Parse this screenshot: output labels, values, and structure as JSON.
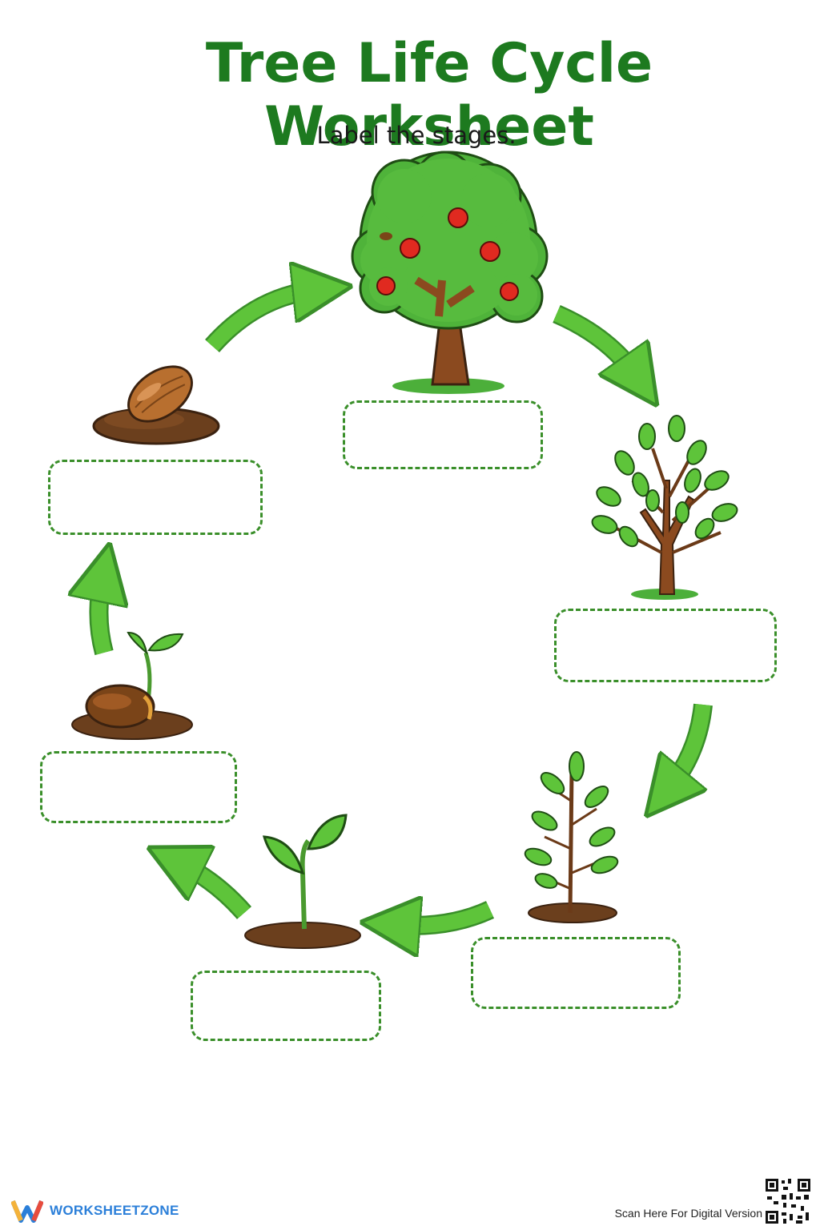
{
  "title": "Tree Life Cycle Worksheet",
  "subtitle": "Label the stages.",
  "stages": [
    {
      "name": "seed",
      "label_value": ""
    },
    {
      "name": "mature-tree-with-fruit",
      "label_value": ""
    },
    {
      "name": "adult-tree",
      "label_value": ""
    },
    {
      "name": "young-tree",
      "label_value": ""
    },
    {
      "name": "seedling",
      "label_value": ""
    },
    {
      "name": "sprouting-seed",
      "label_value": ""
    }
  ],
  "footer": {
    "brand": "WORKSHEETZONE",
    "brand_icon": "w-logo-icon",
    "scan_text": "Scan Here For Digital Version",
    "qr_icon": "qr-code-icon"
  },
  "colors": {
    "title": "#1d7a1f",
    "arrow": "#5ec43a",
    "box_border": "#3a8f2a",
    "brand": "#2b7fd9"
  }
}
